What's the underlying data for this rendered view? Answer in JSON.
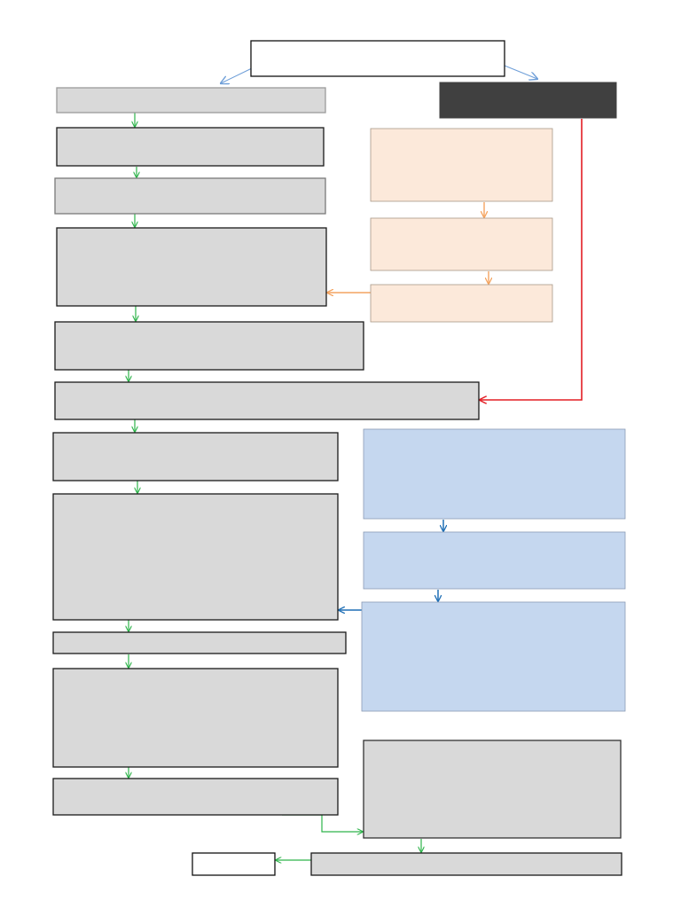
{
  "diagram": {
    "type": "flowchart",
    "text_visible": false,
    "colors": {
      "background": "#ffffff",
      "gray_box_fill": "#d9d9d9",
      "gray_box_stroke": "#1a1a1a",
      "dark_box_fill": "#404040",
      "orange_box_fill": "#fce9da",
      "blue_box_fill": "#c5d7ef",
      "white_box_fill": "#ffffff",
      "arrow_green": "#2db34a",
      "arrow_orange": "#f4a460",
      "arrow_red": "#e31e24",
      "arrow_blue": "#1f6fb5",
      "arrow_light_blue": "#6f9fd8"
    },
    "nodes": [
      {
        "id": "start-box",
        "style": "white",
        "label": ""
      },
      {
        "id": "left-box-1",
        "style": "gray",
        "label": ""
      },
      {
        "id": "left-box-2",
        "style": "gray",
        "label": ""
      },
      {
        "id": "left-box-3",
        "style": "gray",
        "label": ""
      },
      {
        "id": "left-box-4",
        "style": "gray",
        "label": ""
      },
      {
        "id": "left-box-5",
        "style": "gray",
        "label": ""
      },
      {
        "id": "merge-box",
        "style": "gray",
        "label": ""
      },
      {
        "id": "left-box-7",
        "style": "gray",
        "label": ""
      },
      {
        "id": "left-box-8",
        "style": "gray",
        "label": ""
      },
      {
        "id": "left-box-9",
        "style": "gray",
        "label": ""
      },
      {
        "id": "left-box-10",
        "style": "gray",
        "label": ""
      },
      {
        "id": "left-box-11",
        "style": "gray",
        "label": ""
      },
      {
        "id": "dark-box",
        "style": "dark",
        "label": ""
      },
      {
        "id": "orange-box-1",
        "style": "orange",
        "label": ""
      },
      {
        "id": "orange-box-2",
        "style": "orange",
        "label": ""
      },
      {
        "id": "orange-box-3",
        "style": "orange",
        "label": ""
      },
      {
        "id": "blue-box-1",
        "style": "blue",
        "label": ""
      },
      {
        "id": "blue-box-2",
        "style": "blue",
        "label": ""
      },
      {
        "id": "blue-box-3",
        "style": "blue",
        "label": ""
      },
      {
        "id": "right-gray-box",
        "style": "gray",
        "label": ""
      },
      {
        "id": "bottom-gray-box",
        "style": "gray",
        "label": ""
      },
      {
        "id": "end-box",
        "style": "white",
        "label": ""
      }
    ],
    "edges": [
      {
        "from": "start-box",
        "to": "left-box-1",
        "color": "arrow_light_blue"
      },
      {
        "from": "start-box",
        "to": "dark-box",
        "color": "arrow_light_blue"
      },
      {
        "from": "left-box-1",
        "to": "left-box-2",
        "color": "arrow_green"
      },
      {
        "from": "left-box-2",
        "to": "left-box-3",
        "color": "arrow_green"
      },
      {
        "from": "left-box-3",
        "to": "left-box-4",
        "color": "arrow_green"
      },
      {
        "from": "left-box-4",
        "to": "left-box-5",
        "color": "arrow_green"
      },
      {
        "from": "left-box-5",
        "to": "merge-box",
        "color": "arrow_green"
      },
      {
        "from": "merge-box",
        "to": "left-box-7",
        "color": "arrow_green"
      },
      {
        "from": "left-box-7",
        "to": "left-box-8",
        "color": "arrow_green"
      },
      {
        "from": "left-box-8",
        "to": "left-box-9",
        "color": "arrow_green"
      },
      {
        "from": "left-box-9",
        "to": "left-box-10",
        "color": "arrow_green"
      },
      {
        "from": "left-box-10",
        "to": "left-box-11",
        "color": "arrow_green"
      },
      {
        "from": "left-box-11",
        "to": "right-gray-box",
        "color": "arrow_green"
      },
      {
        "from": "right-gray-box",
        "to": "bottom-gray-box",
        "color": "arrow_green"
      },
      {
        "from": "bottom-gray-box",
        "to": "end-box",
        "color": "arrow_green"
      },
      {
        "from": "orange-box-1",
        "to": "orange-box-2",
        "color": "arrow_orange"
      },
      {
        "from": "orange-box-2",
        "to": "orange-box-3",
        "color": "arrow_orange"
      },
      {
        "from": "orange-box-3",
        "to": "left-box-4",
        "color": "arrow_orange"
      },
      {
        "from": "dark-box",
        "to": "merge-box",
        "color": "arrow_red"
      },
      {
        "from": "blue-box-1",
        "to": "blue-box-2",
        "color": "arrow_blue"
      },
      {
        "from": "blue-box-2",
        "to": "blue-box-3",
        "color": "arrow_blue"
      },
      {
        "from": "blue-box-3",
        "to": "left-box-8",
        "color": "arrow_blue"
      }
    ]
  }
}
